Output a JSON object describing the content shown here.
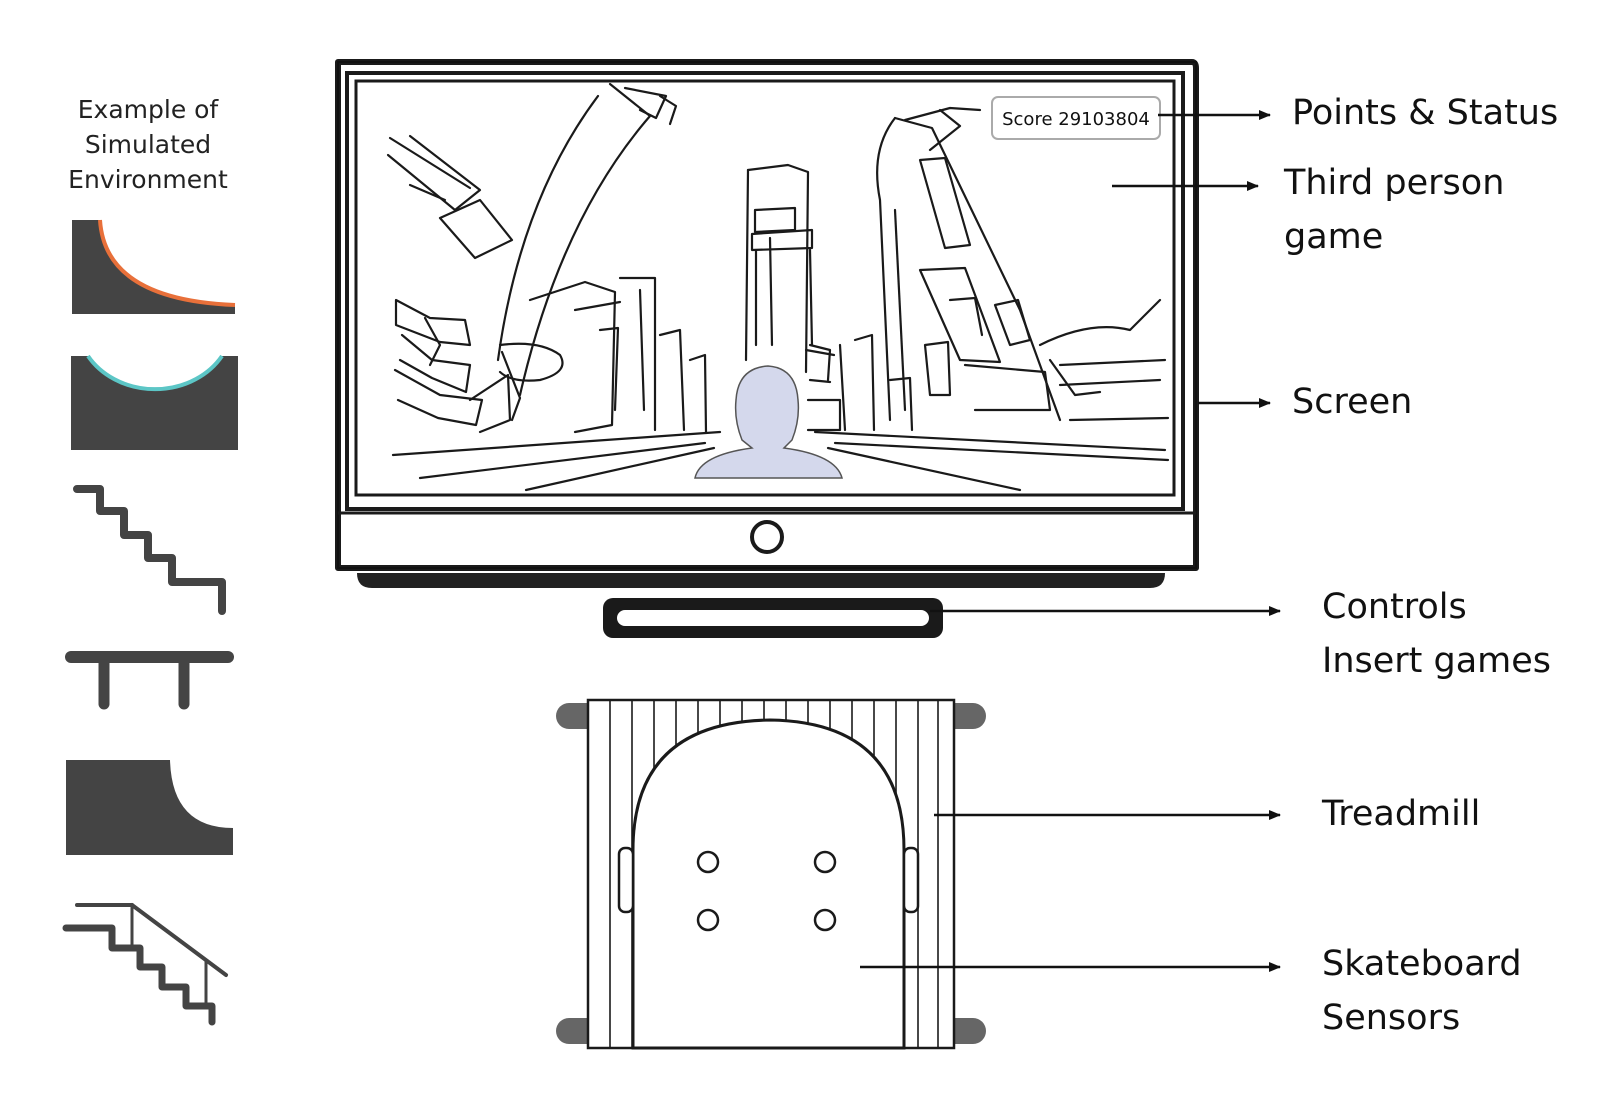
{
  "sidebar": {
    "title_lines": [
      "Example of",
      "Simulated",
      "Environment"
    ],
    "items": [
      {
        "icon": "quarter-pipe-ramp-icon",
        "accent": "#e8703a"
      },
      {
        "icon": "half-pipe-ramp-icon",
        "accent": "#5cc6c6"
      },
      {
        "icon": "stairs-icon"
      },
      {
        "icon": "rail-icon"
      },
      {
        "icon": "bank-ramp-icon"
      },
      {
        "icon": "stair-handrail-icon"
      }
    ]
  },
  "screen": {
    "score_text": "Score 29103804"
  },
  "labels": {
    "points_status": "Points & Status",
    "third_person": [
      "Third person",
      "game"
    ],
    "screen": "Screen",
    "controls": [
      "Controls",
      "Insert games"
    ],
    "treadmill": "Treadmill",
    "skateboard": [
      "Skateboard",
      "Sensors"
    ]
  },
  "colors": {
    "dark_shape": "#444444",
    "avatar_fill": "#d4d8ec",
    "line": "#1a1a1a",
    "roller": "#666666"
  }
}
